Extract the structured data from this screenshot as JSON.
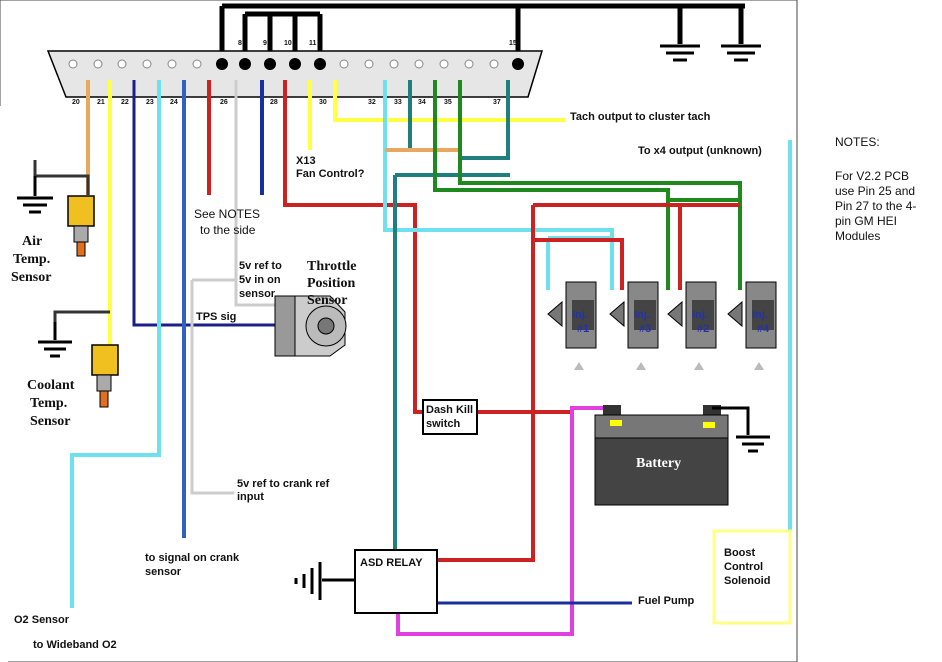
{
  "pins": {
    "top": [
      "8",
      "9",
      "10",
      "11",
      "15"
    ],
    "bottom": [
      "20",
      "21",
      "22",
      "23",
      "24",
      "26",
      "28",
      "30",
      "32",
      "33",
      "34",
      "35",
      "37"
    ]
  },
  "labels": {
    "tach_output": "Tach output to cluster tach",
    "x4_output": "To x4 output (unknown)",
    "x13_line1": "X13",
    "x13_line2": "Fan Control?",
    "see_notes_line1": "See NOTES",
    "see_notes_line2": "to the side",
    "ref5v_line1": "5v ref to",
    "ref5v_line2": "5v in on",
    "ref5v_line3": "sensor",
    "tps_sig": "TPS sig",
    "tps_line1": "Throttle",
    "tps_line2": "Position",
    "tps_line3": "Sensor",
    "air_line1": "Air",
    "air_line2": "Temp.",
    "air_line3": "Sensor",
    "coolant_line1": "Coolant",
    "coolant_line2": "Temp.",
    "coolant_line3": "Sensor",
    "crank_ref_line1": "5v ref to crank ref",
    "crank_ref_line2": "input",
    "crank_signal_line1": "to signal on crank",
    "crank_signal_line2": "sensor",
    "dash_kill_line1": "Dash Kill",
    "dash_kill_line2": "switch",
    "asd_relay": "ASD RELAY",
    "fuel_pump": "Fuel Pump",
    "battery": "Battery",
    "boost_line1": "Boost",
    "boost_line2": "Control",
    "boost_line3": "Solenoid",
    "o2_sensor": "O2 Sensor",
    "wideband": "to Wideband O2",
    "injectors": [
      "Inj.\n#1",
      "Inj.\n#3",
      "Inj.\n#2",
      "Inj.\n#4"
    ]
  },
  "notes": {
    "heading": "NOTES:",
    "line1": "For V2.2 PCB",
    "line2": "use Pin 25 and",
    "line3": "Pin 27 to the 4-",
    "line4": "pin GM HEI",
    "line5": "Modules"
  },
  "colors": {
    "red": "#cc2222",
    "blue": "#1a2f9e",
    "navy": "#1a1f8a",
    "cyan": "#6fe0ee",
    "yellow": "#ffff44",
    "green": "#1e8a1e",
    "teal": "#1f7f7f",
    "orange": "#e8a860",
    "magenta": "#e040e0",
    "gray": "#cccccc",
    "black": "#000000"
  }
}
